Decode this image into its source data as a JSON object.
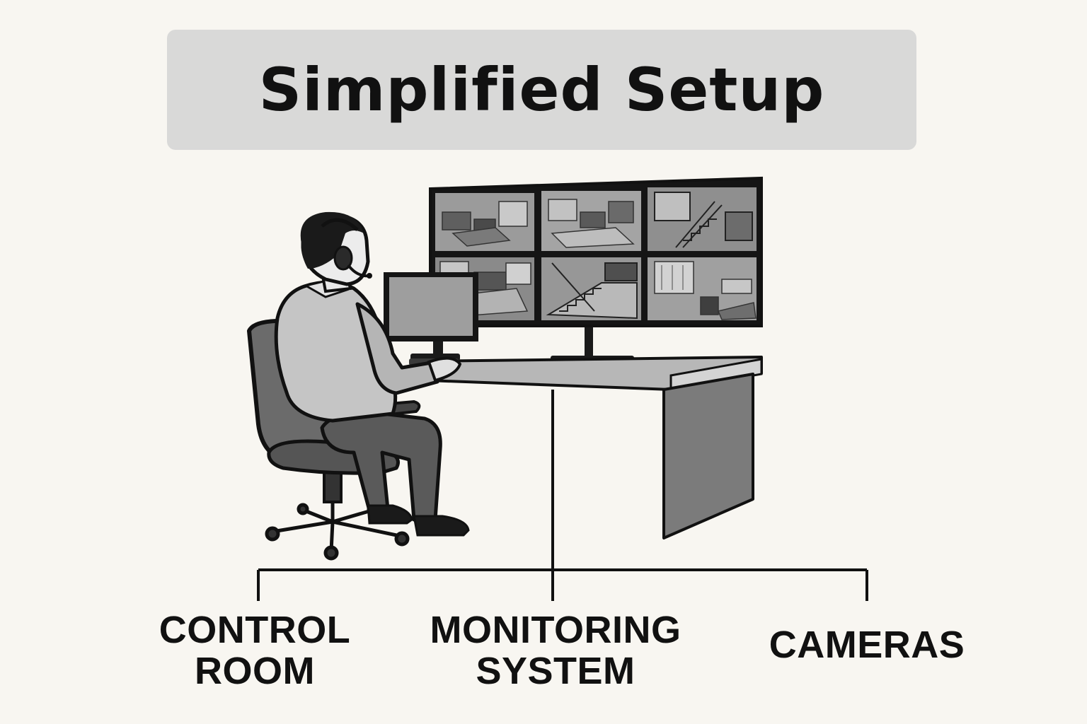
{
  "title": "Simplified Setup",
  "labels": {
    "control_room": {
      "line1": "CONTROL",
      "line2": "ROOM"
    },
    "monitoring_system": {
      "line1": "MONITORING",
      "line2": "SYSTEM"
    },
    "cameras": {
      "line1": "CAMERAS"
    }
  },
  "colors": {
    "background": "#f8f6f1",
    "title_box": "#d9d9d8",
    "ink": "#111111"
  }
}
